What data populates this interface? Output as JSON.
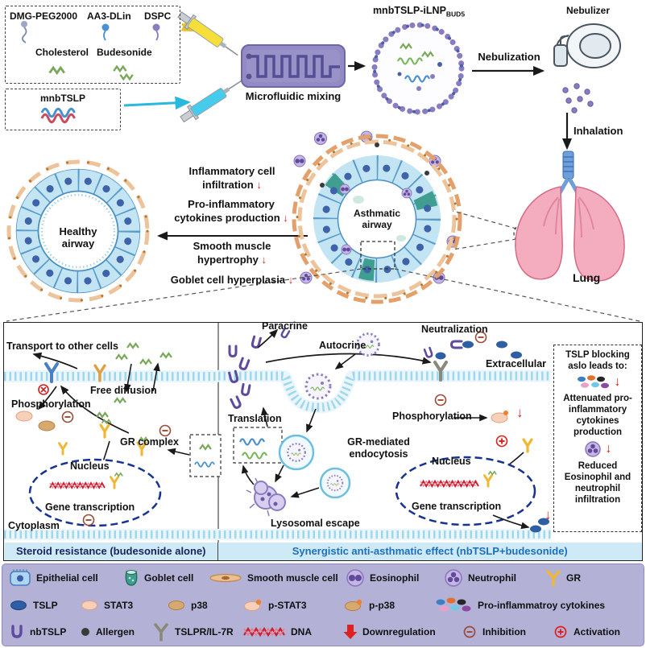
{
  "colors": {
    "red": "#e02020",
    "legend_bg": "#b4b1d6",
    "banner_bg": "#cfeaf7",
    "banner_left_text": "#16255c",
    "banner_right_text": "#1d6fba",
    "membrane_blue": "#9fd8ee",
    "nucleus_border": "#16338f",
    "nbtslp_purple": "#5f4a9e",
    "gr_yellow": "#f0b830"
  },
  "icons": {
    "down_arrow": "↓"
  },
  "top": {
    "components_box": {
      "dmg_peg": "DMG-PEG2000",
      "aa3_dlin": "AA3-DLin",
      "dspc": "DSPC",
      "cholesterol": "Cholesterol",
      "budesonide": "Budesonide"
    },
    "mnbtslp_box": "mnbTSLP",
    "microfluidic_mixing": "Microfluidic mixing",
    "lnp_name": "mnbTSLP-iLNP",
    "lnp_subscript": "BUD5",
    "nebulizer": "Nebulizer",
    "nebulization": "Nebulization",
    "inhalation": "Inhalation"
  },
  "middle": {
    "healthy_airway": "Healthy airway",
    "asthmatic_airway": "Asthmatic airway",
    "lung": "Lung",
    "effects": [
      {
        "label": "Inflammatory cell infiltration"
      },
      {
        "label": "Pro-inflammatory cytokines production"
      },
      {
        "label": "Smooth muscle hypertrophy"
      },
      {
        "label": "Goblet cell hyperplasia"
      }
    ]
  },
  "pathway": {
    "left": {
      "transport": "Transport to other cells",
      "phosphorylation": "Phosphorylation",
      "free_diffusion": "Free diffusion",
      "gr_complex": "GR complex",
      "nucleus": "Nucleus",
      "gene_transcription": "Gene transcription",
      "cytoplasm": "Cytoplasm"
    },
    "center": {
      "paracrine": "Paracrine",
      "autocrine": "Autocrine",
      "translation": "Translation",
      "gr_endocytosis": "GR-mediated endocytosis",
      "lysosomal_escape": "Lysosomal escape"
    },
    "right": {
      "neutralization": "Neutralization",
      "extracellular": "Extracellular",
      "phosphorylation": "Phosphorylation",
      "nucleus": "Nucleus",
      "gene_transcription": "Gene transcription"
    },
    "side_box": {
      "title": "TSLP blocking aslo leads to:",
      "attenuated": "Attenuated pro-inflammatory cytokines production",
      "reduced": "Reduced Eosinophil and neutrophil infiltration"
    },
    "banner": {
      "left": "Steroid resistance (budesonide alone)",
      "right": "Synergistic anti-asthmatic effect (nbTSLP+budesonide)"
    }
  },
  "legend": {
    "items": [
      {
        "icon": "epithelial-cell",
        "label": "Epithelial cell"
      },
      {
        "icon": "goblet-cell",
        "label": "Goblet cell"
      },
      {
        "icon": "smooth-muscle-cell",
        "label": "Smooth muscle cell"
      },
      {
        "icon": "eosinophil",
        "label": "Eosinophil"
      },
      {
        "icon": "neutrophil",
        "label": "Neutrophil"
      },
      {
        "icon": "gr",
        "label": "GR"
      },
      {
        "icon": "tslp",
        "label": "TSLP"
      },
      {
        "icon": "stat3",
        "label": "STAT3"
      },
      {
        "icon": "p38",
        "label": "p38"
      },
      {
        "icon": "p-stat3",
        "label": "p-STAT3"
      },
      {
        "icon": "p-p38",
        "label": "p-p38"
      },
      {
        "icon": "cytokines",
        "label": "Pro-inflammatroy cytokines"
      },
      {
        "icon": "nbtslp",
        "label": "nbTSLP"
      },
      {
        "icon": "allergen",
        "label": "Allergen"
      },
      {
        "icon": "tslpr-il7r",
        "label": "TSLPR/IL-7R"
      },
      {
        "icon": "dna",
        "label": "DNA"
      },
      {
        "icon": "downregulation",
        "label": "Downregulation"
      },
      {
        "icon": "inhibition",
        "label": "Inhibition"
      },
      {
        "icon": "activation",
        "label": "Activation"
      }
    ]
  }
}
